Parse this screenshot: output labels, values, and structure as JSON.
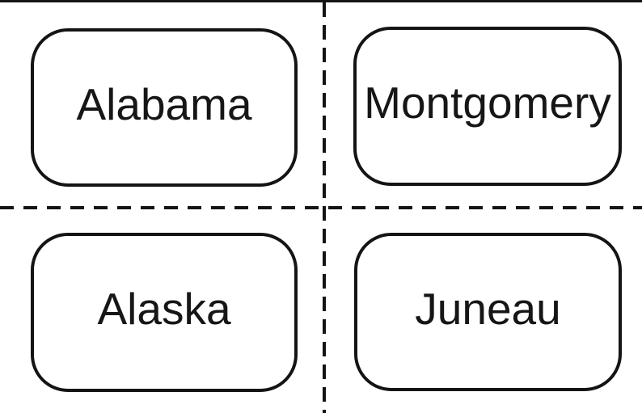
{
  "sheet": {
    "background": "#ffffff",
    "ink": "#141414"
  },
  "cards": [
    {
      "label": "Alabama"
    },
    {
      "label": "Montgomery"
    },
    {
      "label": "Alaska"
    },
    {
      "label": "Juneau"
    }
  ],
  "cut_lines": {
    "style": "dashed",
    "color": "#141414"
  }
}
